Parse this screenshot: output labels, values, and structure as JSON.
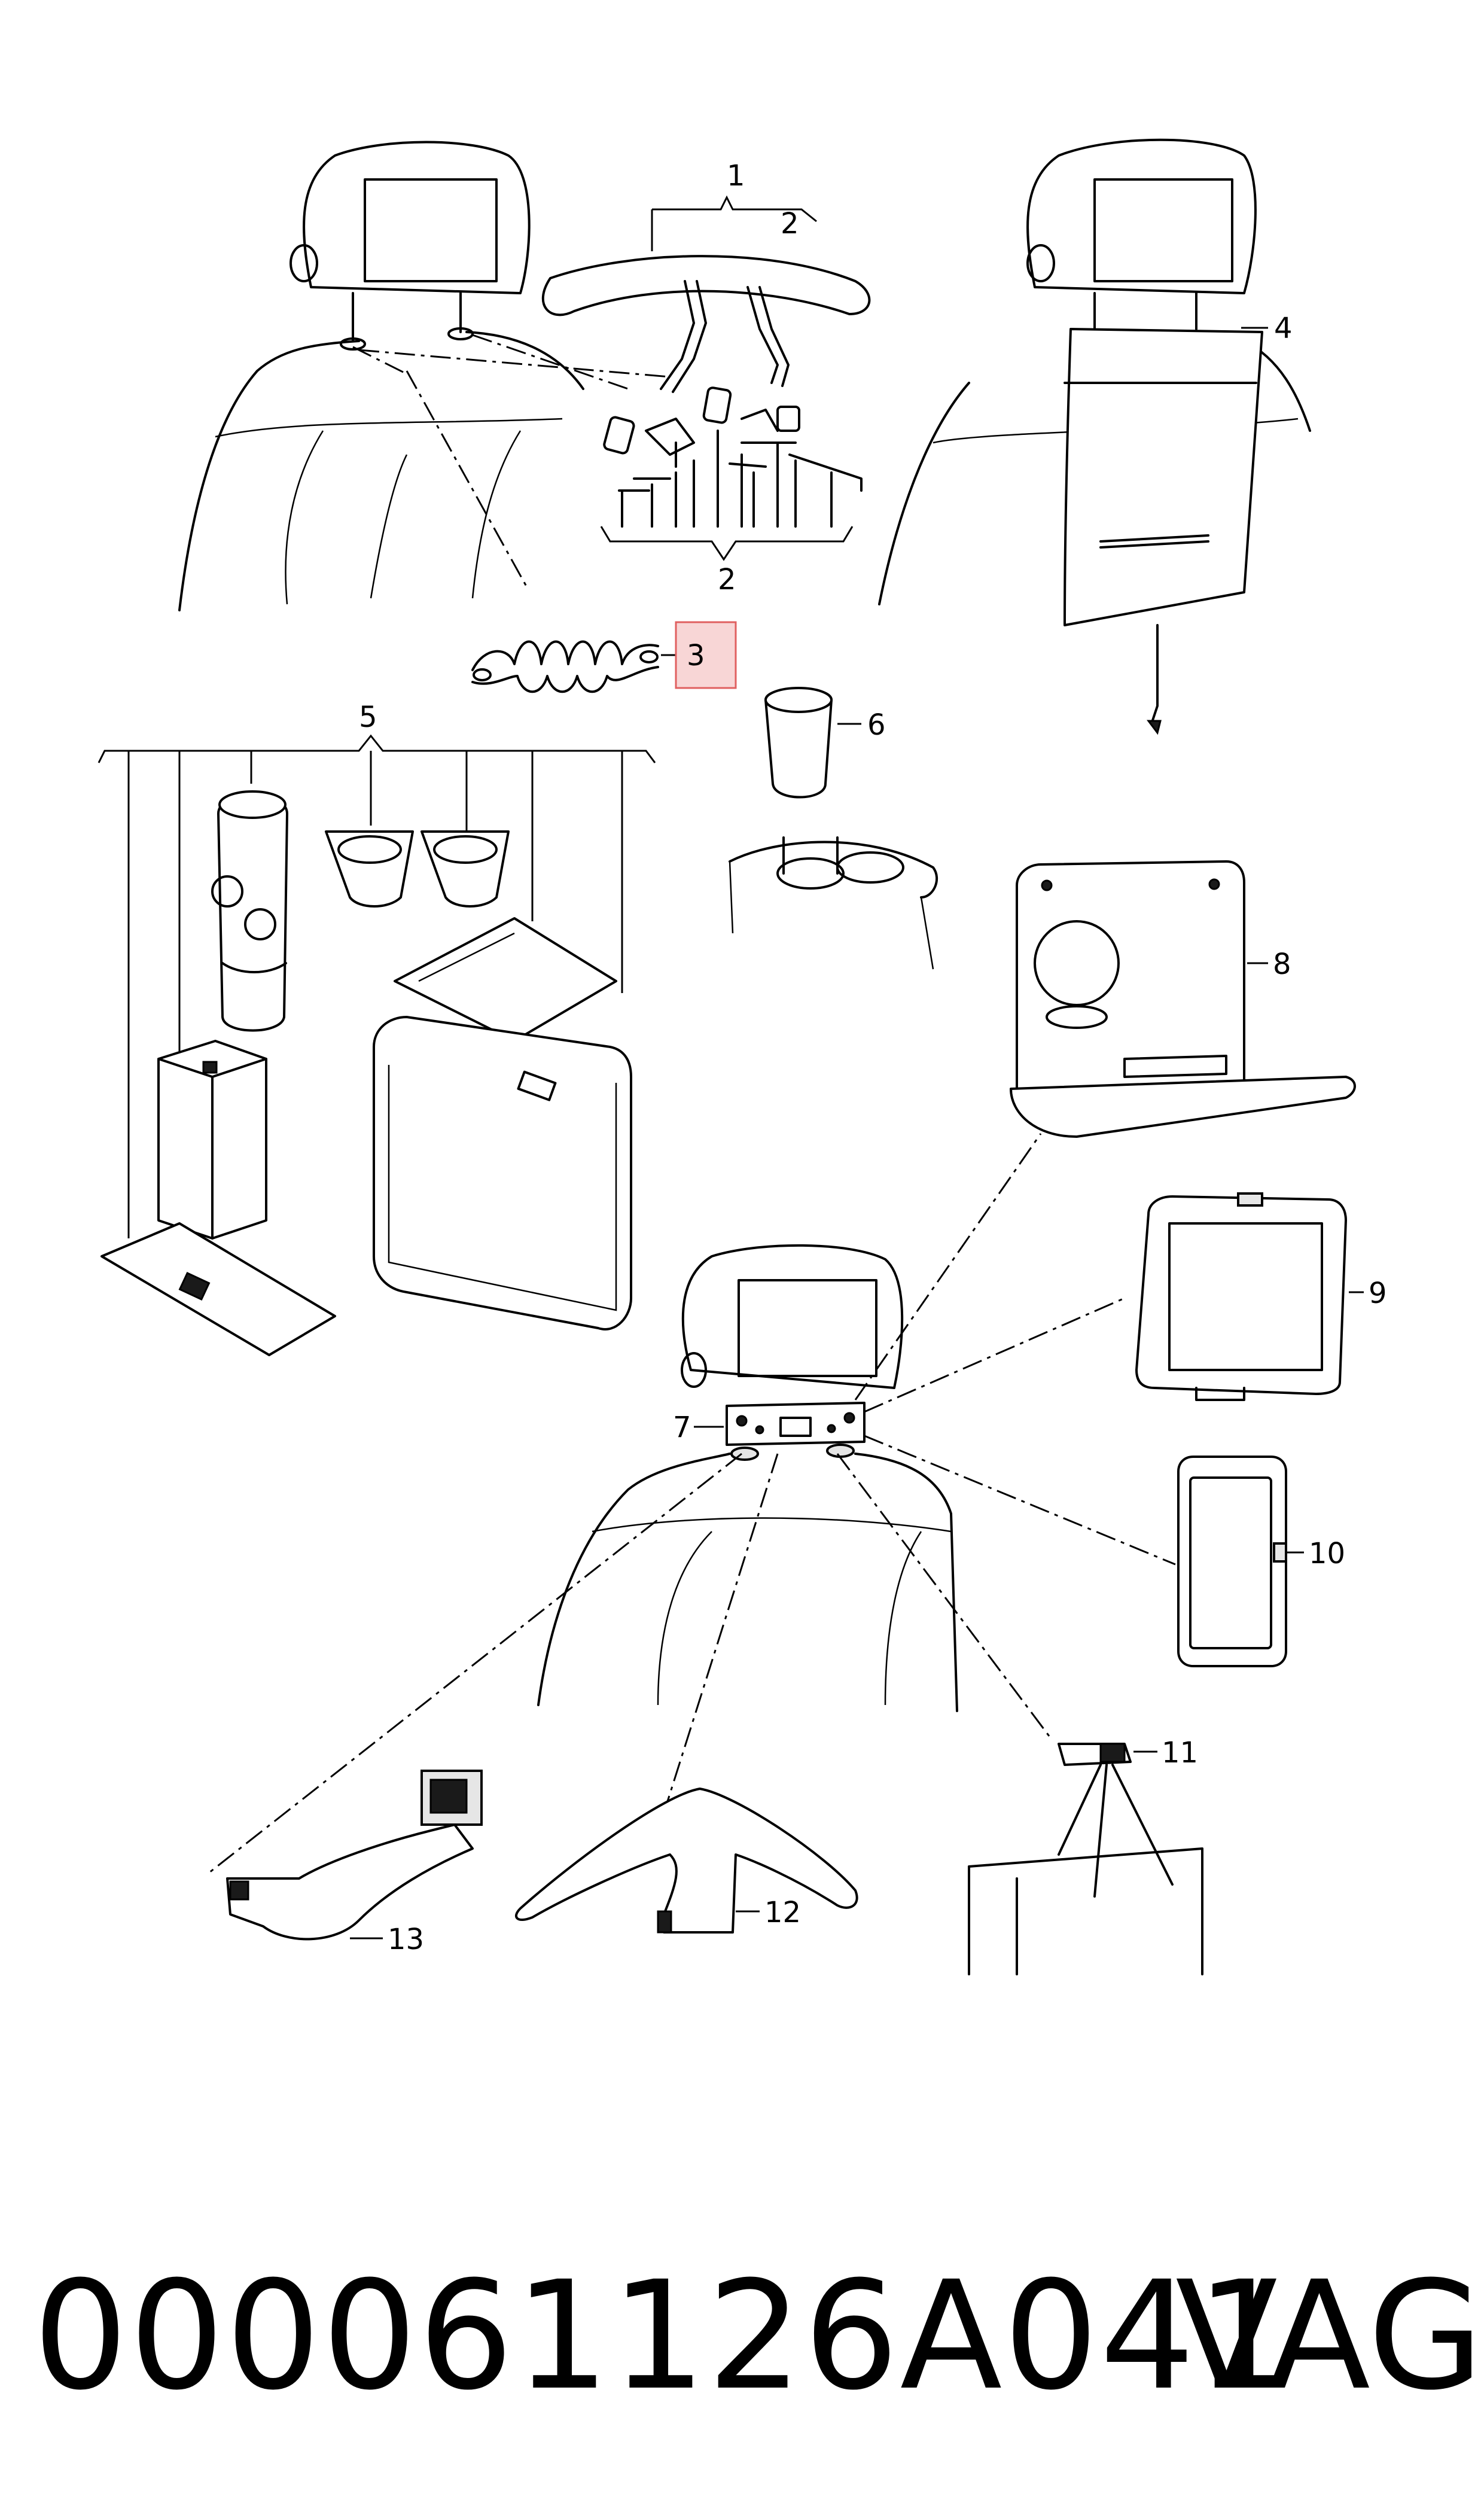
{
  "callouts": [
    {
      "id": "1",
      "label": "1"
    },
    {
      "id": "2",
      "label": "2"
    },
    {
      "id": "2b",
      "label": "2"
    },
    {
      "id": "3",
      "label": "3",
      "highlighted": true
    },
    {
      "id": "4",
      "label": "4"
    },
    {
      "id": "5",
      "label": "5"
    },
    {
      "id": "6",
      "label": "6"
    },
    {
      "id": "7",
      "label": "7"
    },
    {
      "id": "8",
      "label": "8"
    },
    {
      "id": "9",
      "label": "9"
    },
    {
      "id": "10",
      "label": "10"
    },
    {
      "id": "11",
      "label": "11"
    },
    {
      "id": "12",
      "label": "12"
    },
    {
      "id": "13",
      "label": "13"
    }
  ],
  "footer": {
    "part_number": "000061126A041",
    "brand": "VAG"
  },
  "colors": {
    "highlight_fill": "#f8d6d6",
    "highlight_stroke": "#e06060",
    "line": "#000000",
    "background": "#ffffff"
  }
}
